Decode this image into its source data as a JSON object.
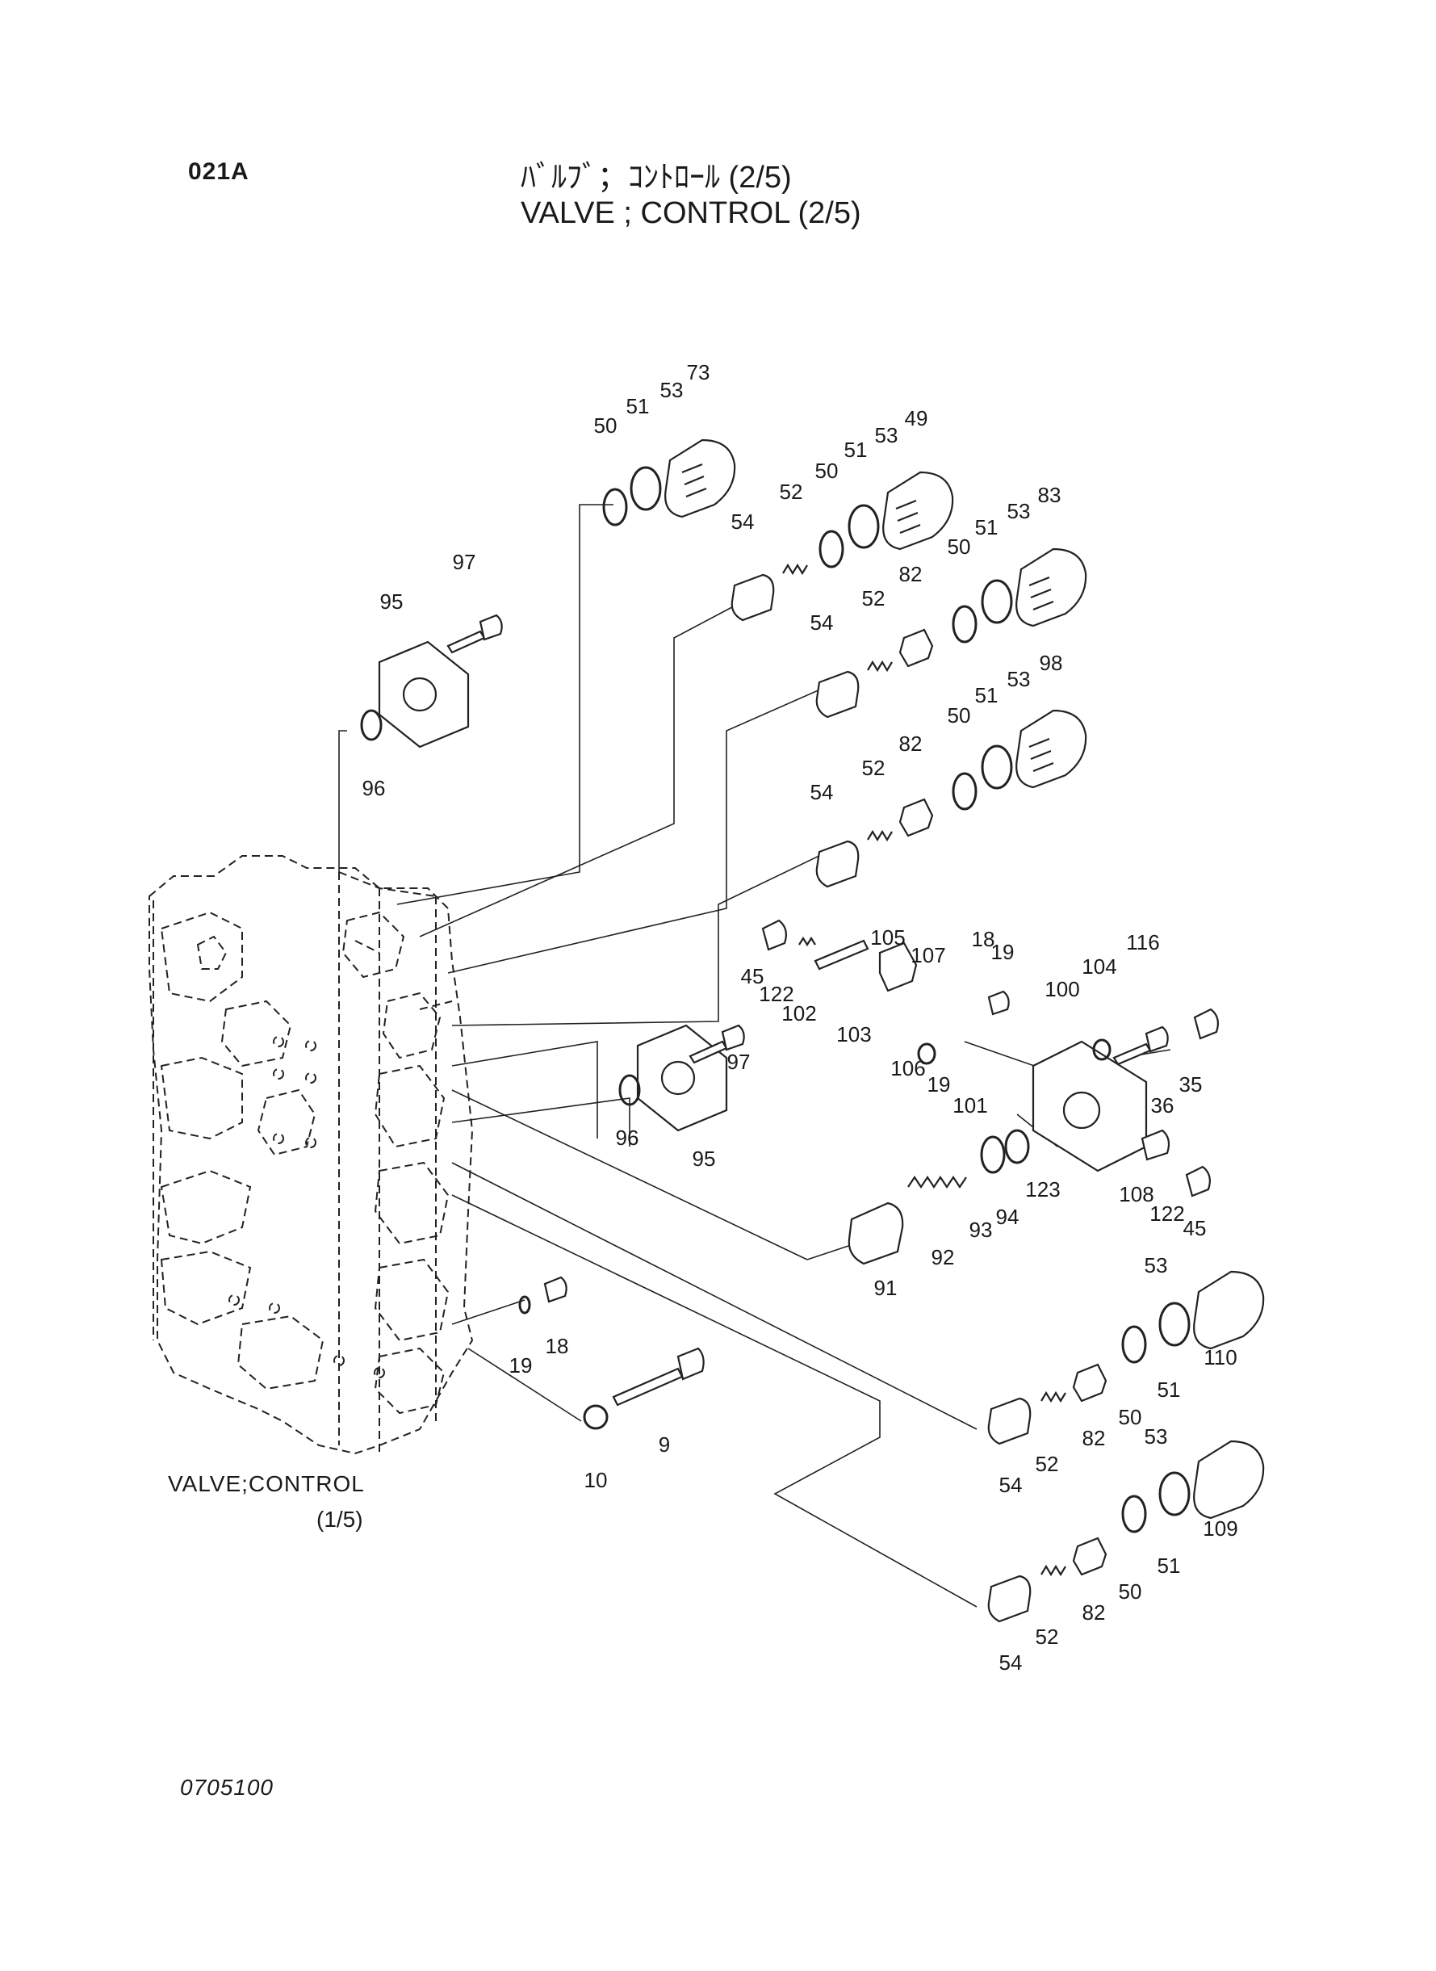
{
  "header": {
    "code": "021A",
    "title_jp": "ﾊﾞﾙﾌﾞ；ｺﾝﾄﾛｰﾙ (2/5)",
    "title_en": "VALVE ; CONTROL (2/5)"
  },
  "reference": {
    "line1": "VALVE;CONTROL",
    "line2": "(1/5)"
  },
  "doc_number": "0705100",
  "parts": [
    "73",
    "53",
    "51",
    "50",
    "49",
    "53",
    "51",
    "50",
    "83",
    "53",
    "51",
    "50",
    "52",
    "54",
    "82",
    "52",
    "54",
    "98",
    "53",
    "51",
    "50",
    "82",
    "52",
    "54",
    "97",
    "95",
    "96",
    "105",
    "107",
    "18",
    "19",
    "116",
    "104",
    "100",
    "45",
    "122",
    "102",
    "103",
    "106",
    "19",
    "101",
    "36",
    "35",
    "97",
    "96",
    "95",
    "93",
    "94",
    "123",
    "108",
    "122",
    "45",
    "92",
    "91",
    "53",
    "110",
    "51",
    "50",
    "82",
    "52",
    "54",
    "19",
    "18",
    "9",
    "10",
    "53",
    "109",
    "51",
    "50",
    "82",
    "52",
    "54"
  ]
}
